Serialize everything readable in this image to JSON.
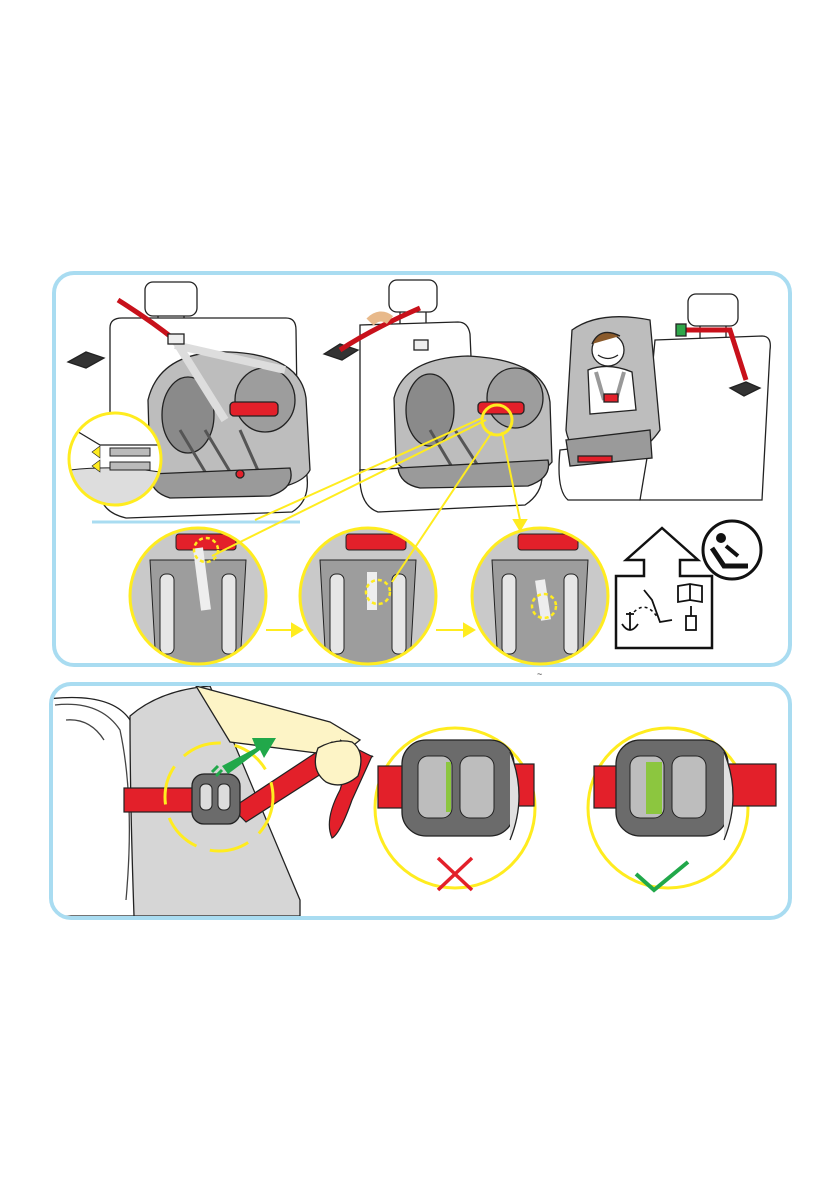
{
  "colors": {
    "frame": "#a9dcf1",
    "belt": "#e3202a",
    "highlight": "#ffec1f",
    "seat_grey": "#bfbfbf",
    "dark_grey": "#6b6b6b",
    "indicator_green": "#8cc63f",
    "wrong_mark": "#e3202a",
    "correct_mark": "#21a84a",
    "pull_arrow": "#21a84a"
  },
  "panels": {
    "top": {
      "scenes": [
        {
          "name": "seat-install-belt-routing",
          "icon": "car-seat-icon"
        },
        {
          "name": "seat-install-lap-belt",
          "icon": "car-seat-icon"
        },
        {
          "name": "child-seated-top-tether",
          "icon": "child-icon"
        }
      ],
      "detail_steps": [
        "buckle-open",
        "buckle-inserting",
        "buckle-locked"
      ],
      "info_sign_icons": [
        "anchor-icon",
        "book-info-icon",
        "seat-outline-icon",
        "finger-icon"
      ],
      "badge_icon": "isofix-seat-icon"
    },
    "bottom": {
      "tighten_icon": "pull-arrow-icon",
      "states": [
        {
          "indicator": "not-tensioned",
          "verdict_icon": "cross-icon"
        },
        {
          "indicator": "tensioned",
          "verdict_icon": "check-icon"
        }
      ]
    }
  },
  "stray_mark": "~"
}
